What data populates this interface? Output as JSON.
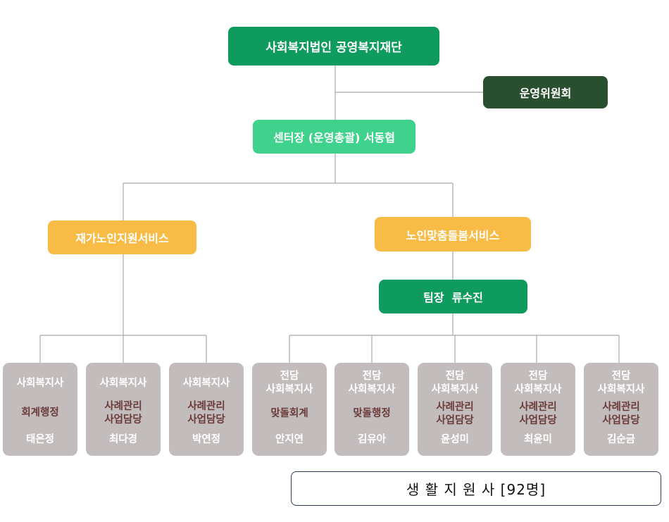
{
  "org": {
    "top": "사회복지법인 공영복지재단",
    "committee": "운영위원회",
    "director": "센터장 (운영총괄) 서동협",
    "branch_left": "재가노인지원서비스",
    "branch_right": "노인맞춤돌봄서비스",
    "team_lead": "팀장  류수진"
  },
  "staff": [
    {
      "title": "사회복지사",
      "duty": "회계행정",
      "name": "태은정"
    },
    {
      "title": "사회복지사",
      "duty": "사례관리\n사업담당",
      "name": "최다경"
    },
    {
      "title": "사회복지사",
      "duty": "사례관리\n사업담당",
      "name": "박연정"
    },
    {
      "title": "전담\n사회복지사",
      "duty": "맞돌회계",
      "name": "안지연"
    },
    {
      "title": "전담\n사회복지사",
      "duty": "맞돌행정",
      "name": "김유아"
    },
    {
      "title": "전담\n사회복지사",
      "duty": "사례관리\n사업담당",
      "name": "윤성미"
    },
    {
      "title": "전담\n사회복지사",
      "duty": "사례관리\n사업담당",
      "name": "최윤미"
    },
    {
      "title": "전담\n사회복지사",
      "duty": "사례관리\n사업담당",
      "name": "김순금"
    }
  ],
  "summary": "생 활 지 원 사 [92명]",
  "colors": {
    "dark_green": "#0f9a5e",
    "forest_green": "#2a4f2e",
    "mint": "#3fd28c",
    "yellow": "#f7bb46",
    "staff_box": "#c2bdbc",
    "duty_text": "#6b3a3a",
    "connector": "#a8a8a8"
  }
}
